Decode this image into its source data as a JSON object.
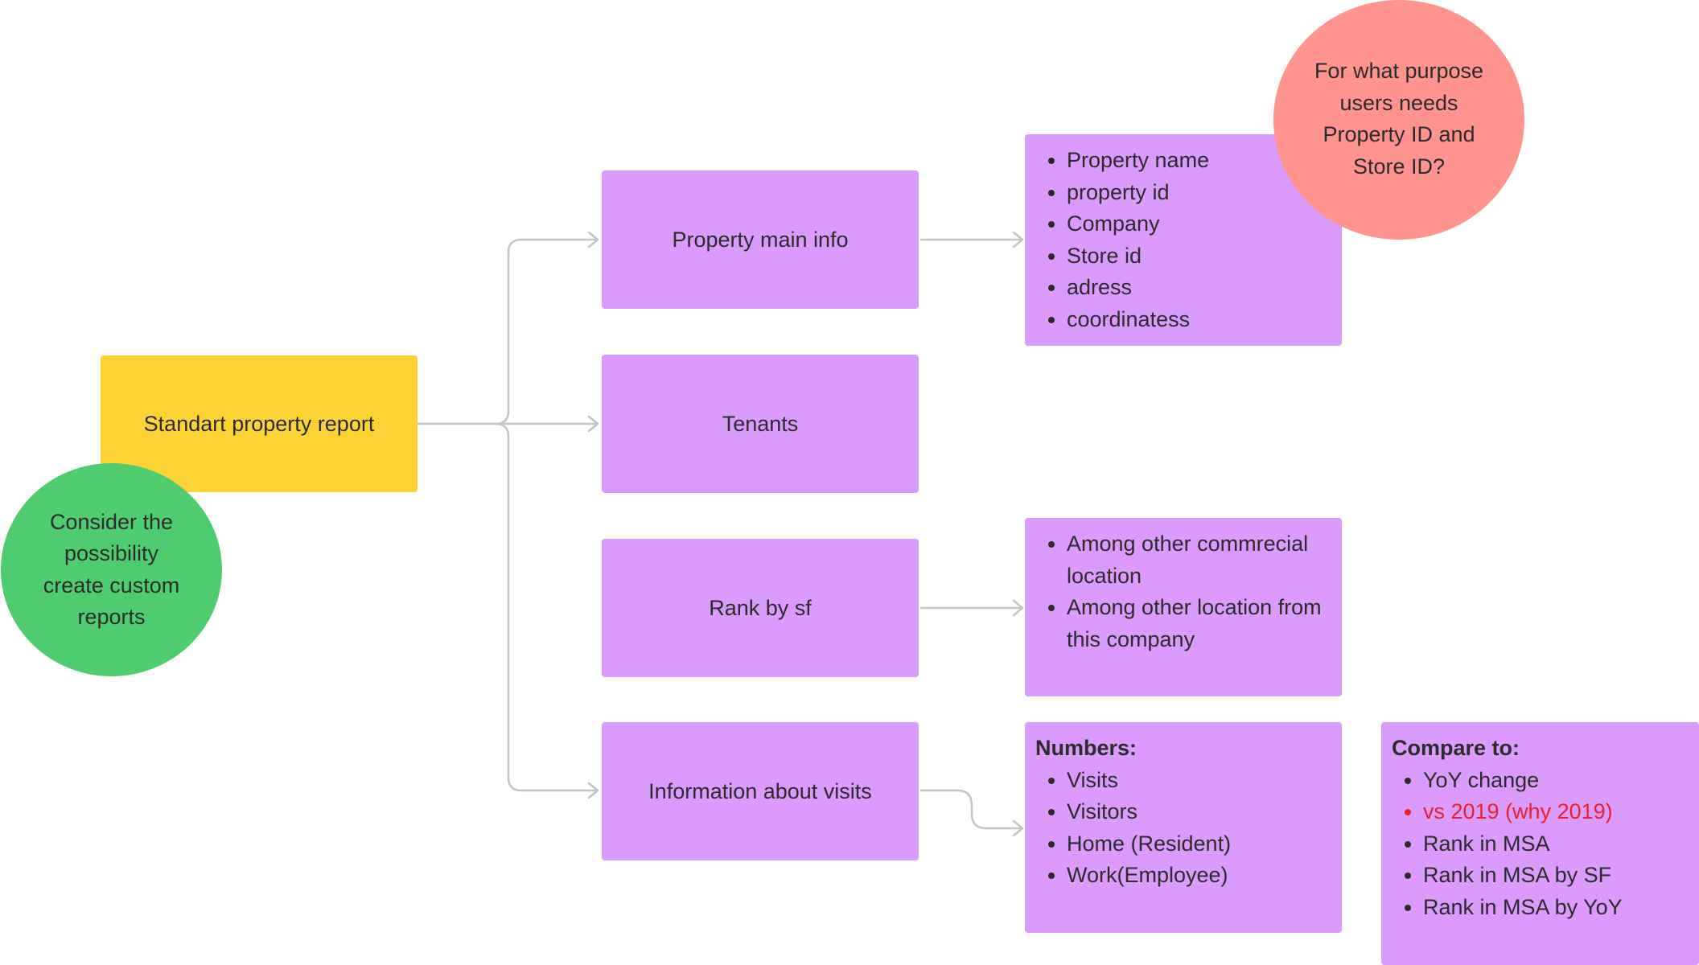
{
  "root": {
    "label": "Standart property report"
  },
  "branches": {
    "main_info": "Property main info",
    "tenants": "Tenants",
    "rank": "Rank by sf",
    "visits": "Information about visits"
  },
  "main_info_list": [
    "Property name",
    "property id",
    "Company",
    "Store id",
    "adress",
    "coordinatess"
  ],
  "rank_list": [
    "Among other commrecial location",
    "Among other location from this company"
  ],
  "visits_numbers": {
    "heading": "Numbers:",
    "items": [
      "Visits",
      "Visitors",
      "Home (Resident)",
      "Work(Employee)"
    ]
  },
  "compare": {
    "heading": "Compare to:",
    "items": [
      "YoY change",
      "vs 2019 (why 2019)",
      "Rank in MSA",
      "Rank in MSA by SF",
      "Rank in MSA by YoY"
    ]
  },
  "notes": {
    "custom_reports_lines": [
      "Consider the",
      "possibility",
      "create custom",
      "reports"
    ],
    "purpose_lines": [
      "For what purpose",
      "users needs",
      "Property ID and",
      "Store ID?"
    ]
  },
  "colors": {
    "root": "#fdd235",
    "branch": "#da9bfc",
    "note_green": "#4fcd6e",
    "note_red": "#ff948f",
    "highlight_text": "#e8212b",
    "connector": "#c4c4c4"
  }
}
